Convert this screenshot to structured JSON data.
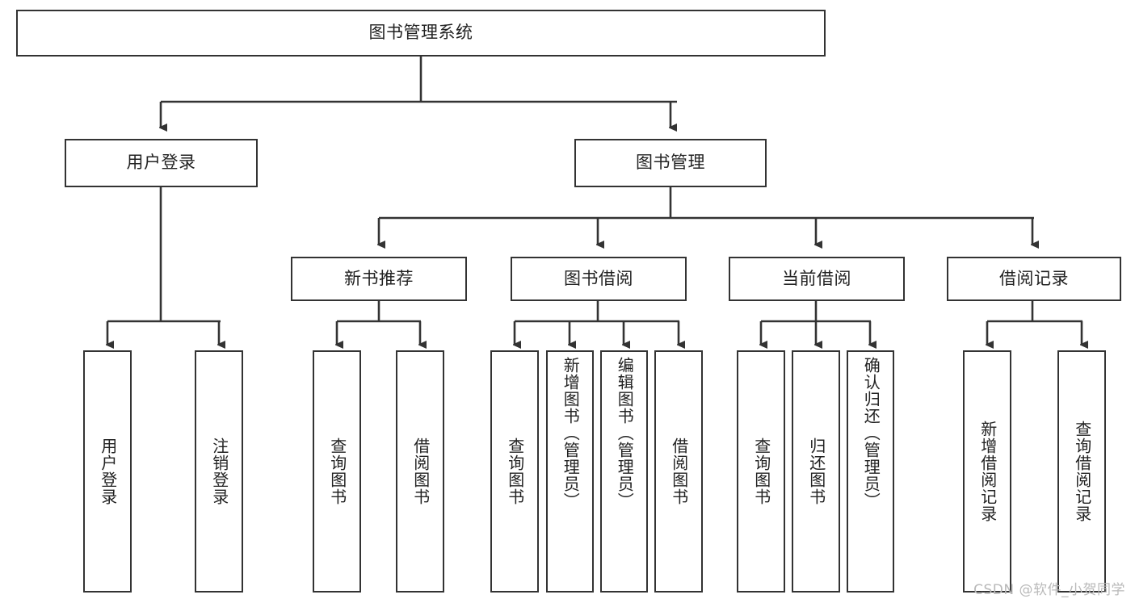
{
  "diagram": {
    "title": "图书管理系统",
    "type": "hierarchy-tree",
    "colors": {
      "background": "#ffffff",
      "stroke": "#333333",
      "text": "#222222",
      "watermark": "#b9b9b9"
    },
    "watermark": "CSDN @软件_小贺同学",
    "root": {
      "label": "图书管理系统"
    },
    "level1": [
      {
        "label": "用户登录"
      },
      {
        "label": "图书管理"
      }
    ],
    "level2": [
      {
        "label": "新书推荐"
      },
      {
        "label": "图书借阅"
      },
      {
        "label": "当前借阅"
      },
      {
        "label": "借阅记录"
      }
    ],
    "leaves": {
      "user_login": [
        {
          "label": "用户登录"
        },
        {
          "label": "注销登录"
        }
      ],
      "new_book_recommend": [
        {
          "label": "查询图书"
        },
        {
          "label": "借阅图书"
        }
      ],
      "book_borrow": [
        {
          "label": "查询图书"
        },
        {
          "label": "新增图书（管理员）"
        },
        {
          "label": "编辑图书（管理员）"
        },
        {
          "label": "借阅图书"
        }
      ],
      "current_borrow": [
        {
          "label": "查询图书"
        },
        {
          "label": "归还图书"
        },
        {
          "label": "确认归还（管理员）"
        }
      ],
      "borrow_record": [
        {
          "label": "新增借阅记录"
        },
        {
          "label": "查询借阅记录"
        }
      ]
    }
  }
}
